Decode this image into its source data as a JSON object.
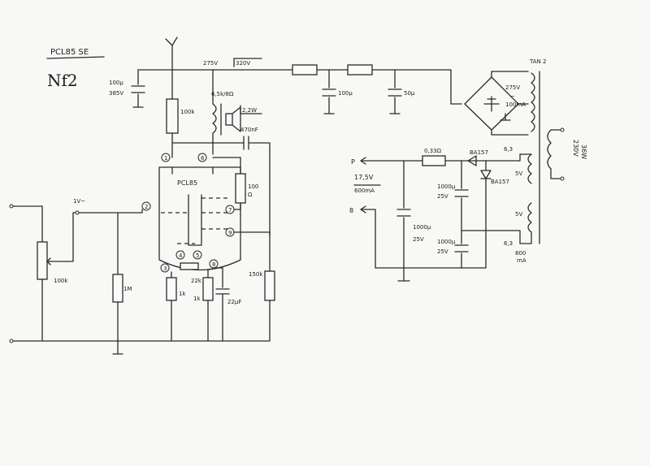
{
  "title": {
    "line1": "PCL85 SE",
    "line2": "Nf2"
  },
  "supply": {
    "b_plus": "275V",
    "b_plus_alt": "320V"
  },
  "tube": {
    "name": "PCL85"
  },
  "pins": [
    "1",
    "6",
    "7",
    "2",
    "9",
    "3",
    "4",
    "5",
    "8"
  ],
  "input": {
    "level": "1V~",
    "pot": "100k",
    "grid_r": "1M"
  },
  "components": {
    "c_bulk": [
      "100µ",
      "385V"
    ],
    "r_triode_plate": "100k",
    "output_tx": [
      "6,5k/8Ω",
      "2,2W"
    ],
    "coupling_cap": "470nF",
    "grid_stopper": [
      "100",
      "Ω"
    ],
    "r_triode_cath": "1k",
    "r_pent_cath": "1k",
    "c_cath": "22µF",
    "r_mid": "22k",
    "r_pent_grid": "150k",
    "filter_c1": "100µ",
    "filter_c2": "50µ"
  },
  "transformer": {
    "name": "TAN 2",
    "primary": [
      "230V",
      "36W"
    ],
    "secondary_hv": [
      "275V",
      "~",
      "100mA"
    ],
    "taps": [
      "6,3",
      "5V",
      "5V",
      "6,3"
    ],
    "current": [
      "800",
      "mA"
    ]
  },
  "lv_supply": {
    "rail_label": "P",
    "gnd_label": "8",
    "voltage": "17,5V",
    "current": "600mA",
    "series_r": "0,33Ω",
    "diode1": "BA157",
    "diode2": "BA157",
    "caps": [
      [
        "1000µ",
        "25V"
      ],
      [
        "1000µ",
        "25V"
      ],
      [
        "1000µ",
        "25V"
      ]
    ]
  }
}
